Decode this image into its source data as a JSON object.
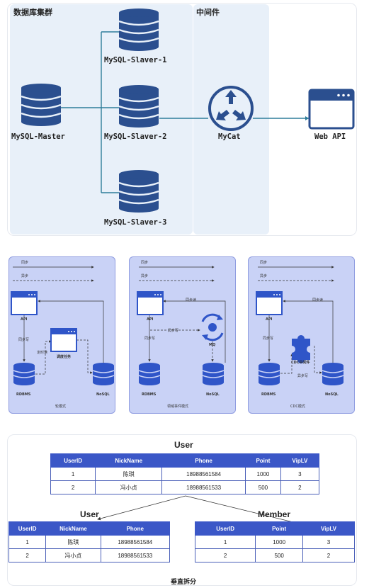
{
  "top": {
    "cluster_title": "数据库集群",
    "middleware_title": "中间件",
    "master_label": "MySQL-Master",
    "slave1_label": "MySQL-Slaver-1",
    "slave2_label": "MySQL-Slaver-2",
    "slave3_label": "MySQL-Slaver-3",
    "mycat_label": "MyCat",
    "webapi_label": "Web API",
    "region_color": "#e8f0f9",
    "icon_color": "#2b4f8f",
    "line_color": "#2e7d9a"
  },
  "patterns": {
    "bg_color": "#c9d2f6",
    "legend_sync": "同步",
    "legend_async": "异步",
    "p1": {
      "api": "API",
      "write": "同步写",
      "timer": "定时读",
      "task": "调度任务",
      "rdbms": "RDBMS",
      "nosql": "NoSQL",
      "caption": "轮模式"
    },
    "p2": {
      "api": "API",
      "sync_read": "同步读",
      "write": "同步写",
      "async_write": "异步写",
      "mq": "MQ",
      "rdbms": "RDBMS",
      "nosql": "NoSQL",
      "caption": "领域事件模式"
    },
    "p3": {
      "api": "API",
      "sync_read": "同步读",
      "write": "同步写",
      "cdc": "CDC中间件",
      "async_write": "异步写",
      "rdbms": "RDBMS",
      "nosql": "NoSQL",
      "caption": "CDC模式"
    }
  },
  "split": {
    "title": "User",
    "caption": "垂直拆分",
    "user_title": "User",
    "member_title": "Member",
    "header_color": "#3b57c7",
    "main_headers": [
      "UserID",
      "NickName",
      "Phone",
      "Point",
      "VipLV"
    ],
    "main_rows": [
      [
        "1",
        "陈琪",
        "18988561584",
        "1000",
        "3"
      ],
      [
        "2",
        "冯小贞",
        "18988561533",
        "500",
        "2"
      ]
    ],
    "user_headers": [
      "UserID",
      "NickName",
      "Phone"
    ],
    "user_rows": [
      [
        "1",
        "陈琪",
        "18988561584"
      ],
      [
        "2",
        "冯小贞",
        "18988561533"
      ]
    ],
    "member_headers": [
      "UserID",
      "Point",
      "VipLV"
    ],
    "member_rows": [
      [
        "1",
        "1000",
        "3"
      ],
      [
        "2",
        "500",
        "2"
      ]
    ]
  }
}
